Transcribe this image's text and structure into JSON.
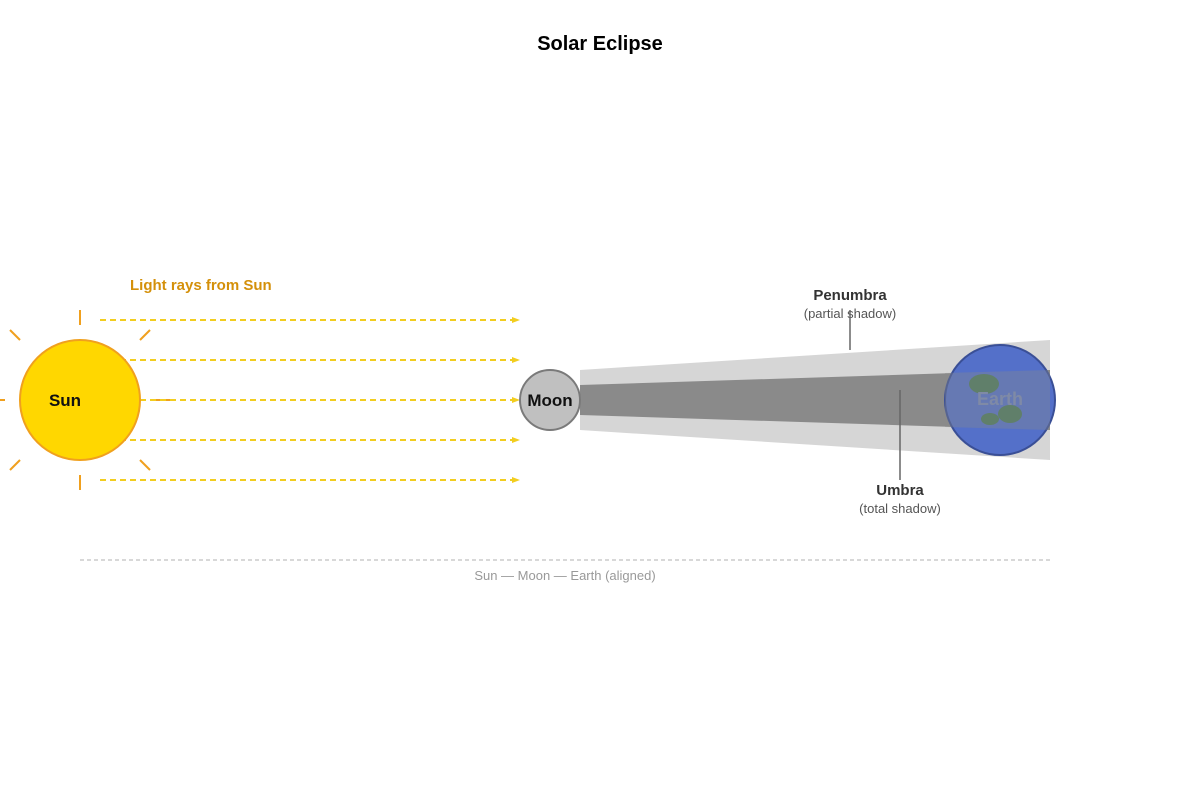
{
  "title": "Solar Eclipse",
  "bodies": {
    "sun": "Sun",
    "moon": "Moon",
    "earth": "Earth"
  },
  "rays_label": "Light rays from Sun",
  "penumbra": {
    "label": "Penumbra",
    "sublabel": "(partial shadow)"
  },
  "umbra": {
    "label": "Umbra",
    "sublabel": "(total shadow)"
  },
  "alignment_label": "Sun — Moon — Earth (aligned)",
  "colors": {
    "sun_fill": "#ffd700",
    "sun_stroke": "#f0a01e",
    "ray_color": "#f2cd1f",
    "rays_label_color": "#d4900a",
    "moon_fill": "#c0c0c0",
    "moon_stroke": "#7a7a7a",
    "penumbra_fill": "#d6d6d6",
    "umbra_fill": "#8a8a8a",
    "earth_fill": "#5470c9",
    "earth_stroke": "#3a4f96",
    "land_fill": "#4a7a5a"
  }
}
